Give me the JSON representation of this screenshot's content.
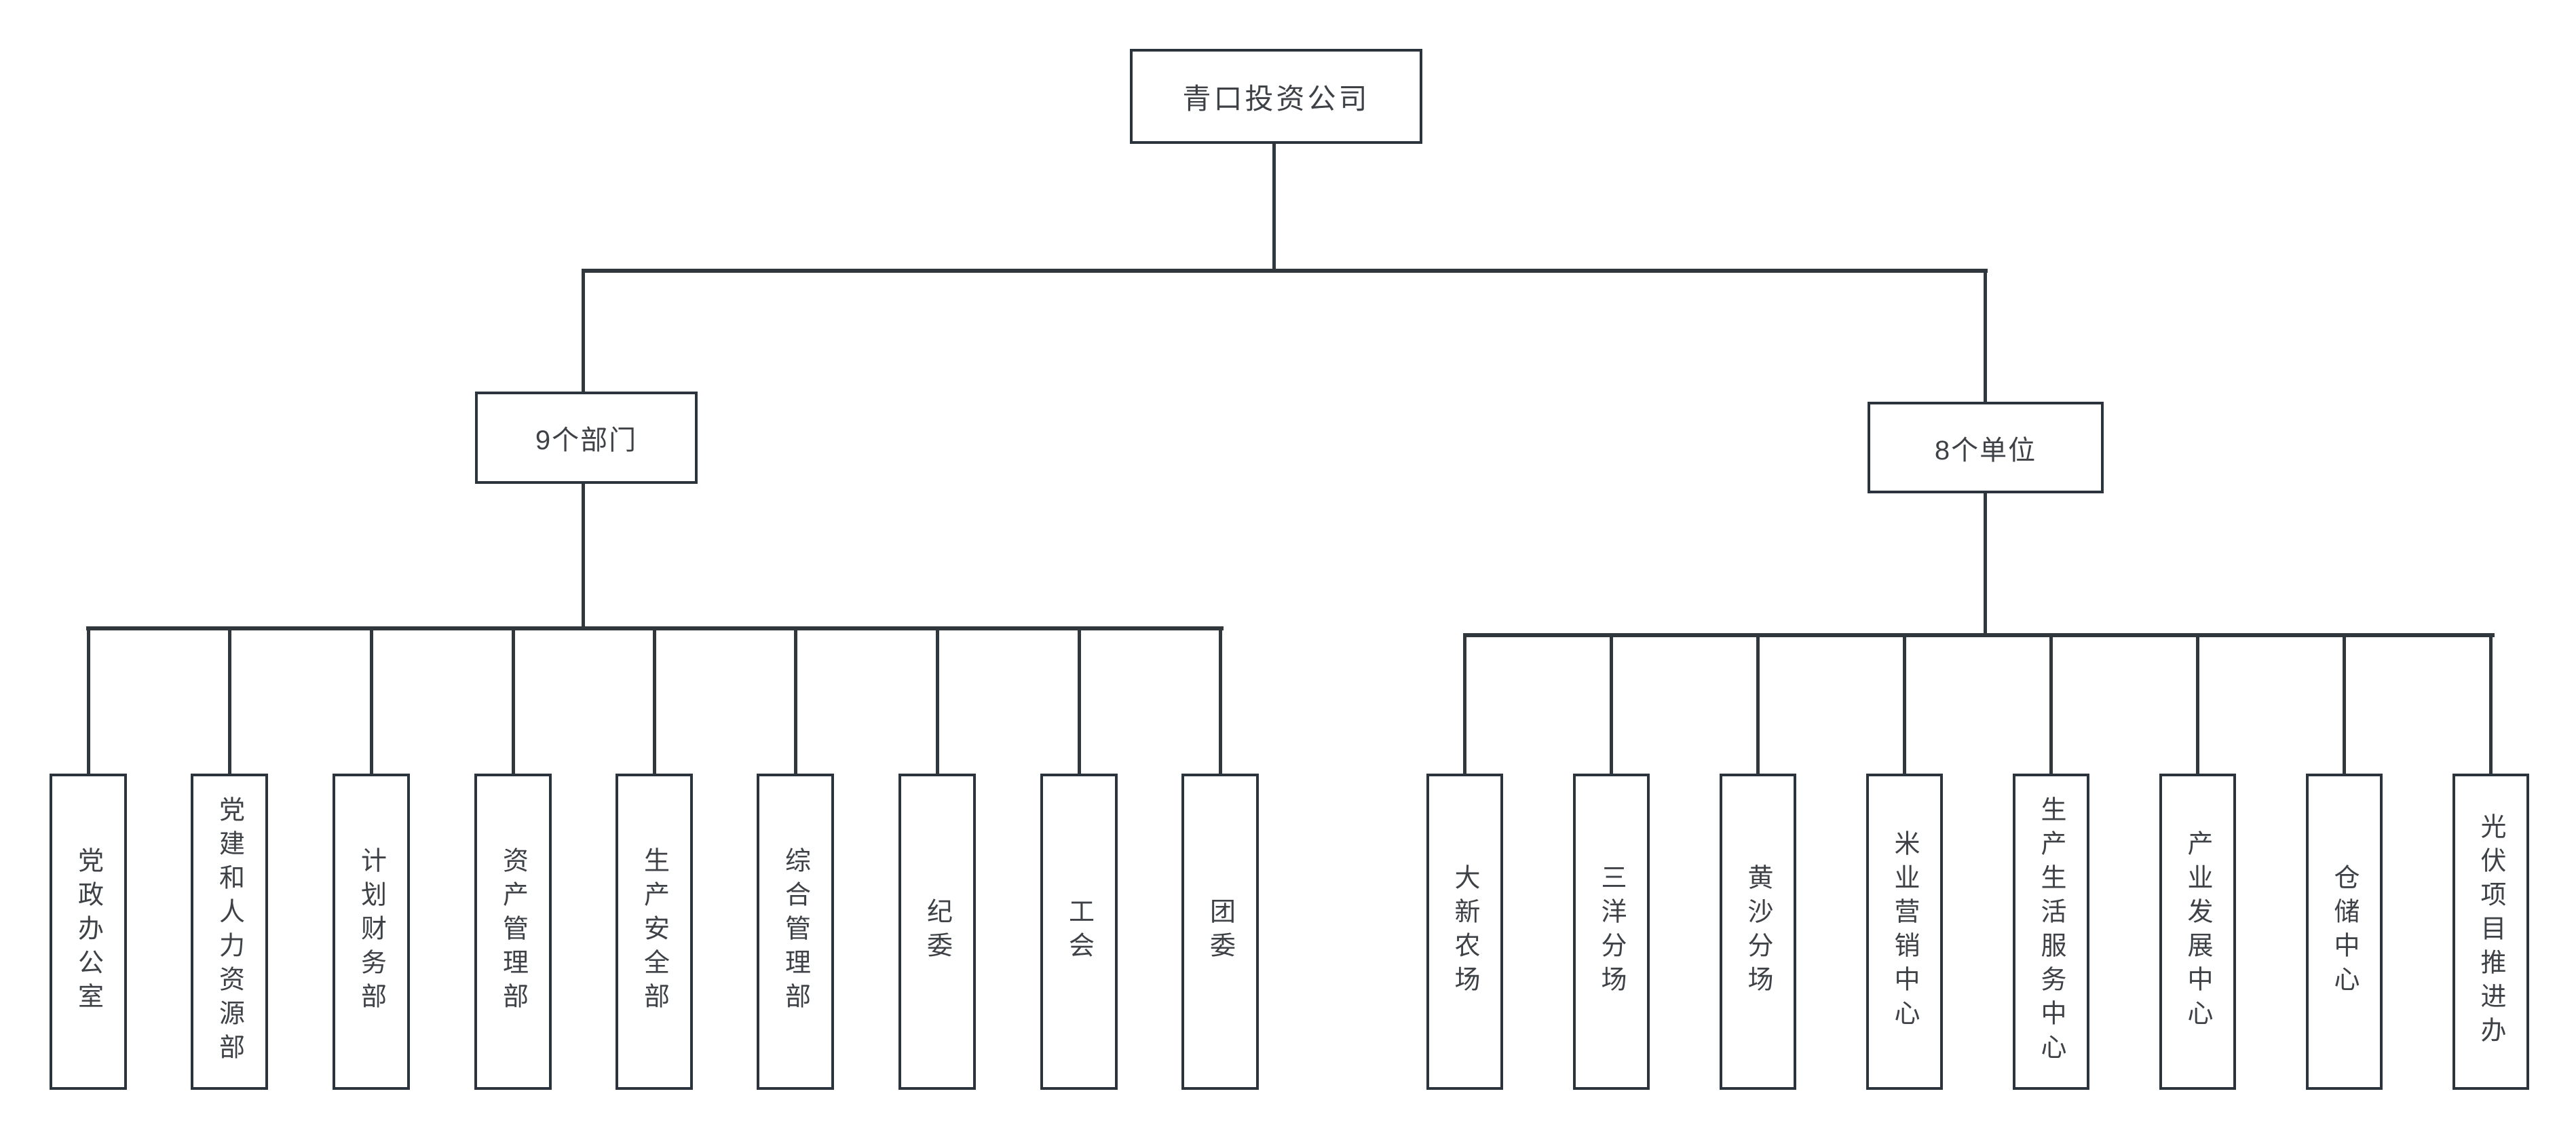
{
  "page": {
    "background": "#ffffff"
  },
  "colors": {
    "line": "#30373d",
    "border": "#2b333c",
    "text": "#3e4247"
  },
  "root": {
    "label": "青口投资公司"
  },
  "branches": [
    {
      "label": "9个部门",
      "children": [
        "党政办公室",
        "党建和人力资源部",
        "计划财务部",
        "资产管理部",
        "生产安全部",
        "综合管理部",
        "纪委",
        "工会",
        "团委"
      ]
    },
    {
      "label": "8个单位",
      "children": [
        "大新农场",
        "三洋分场",
        "黄沙分场",
        "米业营销中心",
        "生产生活服务中心",
        "产业发展中心",
        "仓储中心",
        "光伏项目推进办"
      ]
    }
  ]
}
